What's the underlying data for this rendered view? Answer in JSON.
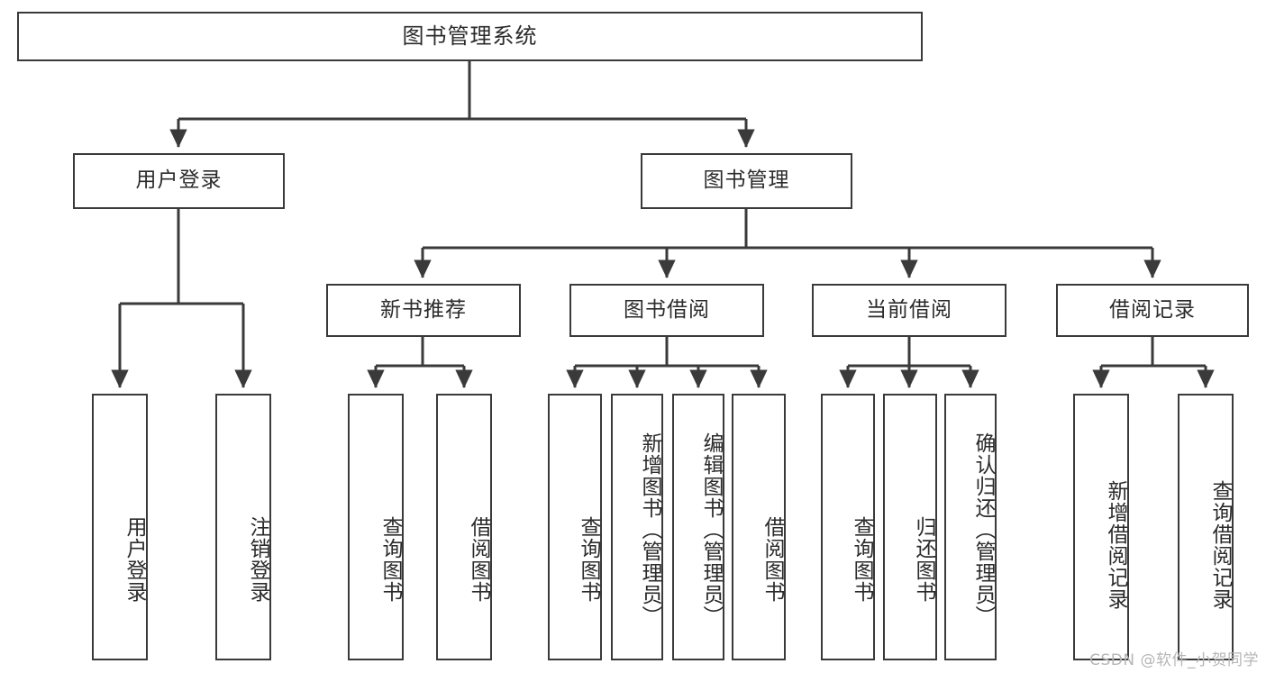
{
  "diagram": {
    "title": "图书管理系统",
    "type": "tree",
    "watermark": "CSDN @软件_小贺同学",
    "colors": {
      "box_border": "#3a3a3a",
      "box_fill": "#ffffff",
      "edge": "#3a3a3a",
      "text": "#2b2b2b",
      "watermark": "#b6b6b6",
      "background": "#ffffff"
    },
    "nodes": {
      "root": {
        "label": "图书管理系统",
        "level": 1
      },
      "l2": [
        {
          "id": "user_login",
          "label": "用户登录",
          "level": 2
        },
        {
          "id": "book_mgmt",
          "label": "图书管理",
          "level": 2
        }
      ],
      "l3": [
        {
          "id": "new_book_rec",
          "label": "新书推荐",
          "level": 3,
          "parent": "book_mgmt"
        },
        {
          "id": "book_borrow",
          "label": "图书借阅",
          "level": 3,
          "parent": "book_mgmt"
        },
        {
          "id": "current_borrow",
          "label": "当前借阅",
          "level": 3,
          "parent": "book_mgmt"
        },
        {
          "id": "borrow_record",
          "label": "借阅记录",
          "level": 3,
          "parent": "book_mgmt"
        }
      ],
      "leaves": [
        {
          "id": "leaf_user_login",
          "label": "用户登录",
          "parent": "user_login"
        },
        {
          "id": "leaf_logout",
          "label": "注销登录",
          "parent": "user_login"
        },
        {
          "id": "leaf_query_book_1",
          "label": "查询图书",
          "parent": "new_book_rec"
        },
        {
          "id": "leaf_borrow_book_1",
          "label": "借阅图书",
          "parent": "new_book_rec"
        },
        {
          "id": "leaf_query_book_2",
          "label": "查询图书",
          "parent": "book_borrow"
        },
        {
          "id": "leaf_add_book",
          "label": "新增图书（管理员）",
          "parent": "book_borrow"
        },
        {
          "id": "leaf_edit_book",
          "label": "编辑图书（管理员）",
          "parent": "book_borrow"
        },
        {
          "id": "leaf_borrow_book_2",
          "label": "借阅图书",
          "parent": "book_borrow"
        },
        {
          "id": "leaf_query_book_3",
          "label": "查询图书",
          "parent": "current_borrow"
        },
        {
          "id": "leaf_return_book",
          "label": "归还图书",
          "parent": "current_borrow"
        },
        {
          "id": "leaf_confirm_return",
          "label": "确认归还（管理员）",
          "parent": "current_borrow"
        },
        {
          "id": "leaf_add_record",
          "label": "新增借阅记录",
          "parent": "borrow_record"
        },
        {
          "id": "leaf_query_record",
          "label": "查询借阅记录",
          "parent": "borrow_record"
        }
      ]
    }
  }
}
